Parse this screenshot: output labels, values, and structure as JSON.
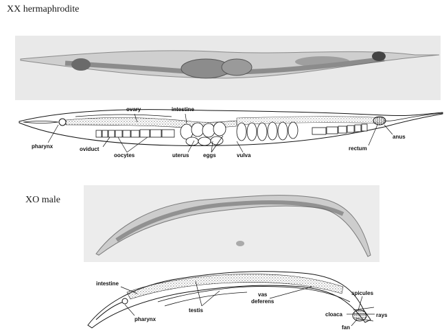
{
  "titles": {
    "hermaphrodite": "XX hermaphrodite",
    "male": "XO male"
  },
  "hermaphrodite_labels": {
    "ovary": "ovary",
    "intestine": "intestine",
    "pharynx": "pharynx",
    "oviduct": "oviduct",
    "oocytes": "oocytes",
    "uterus": "uterus",
    "eggs": "eggs",
    "vulva": "vulva",
    "rectum": "rectum",
    "anus": "anus"
  },
  "male_labels": {
    "intestine": "intestine",
    "pharynx": "pharynx",
    "testis": "testis",
    "vas": "vas",
    "deferens": "deferens",
    "spicules": "spicules",
    "cloaca": "cloaca",
    "rays": "rays",
    "fan": "fan"
  }
}
